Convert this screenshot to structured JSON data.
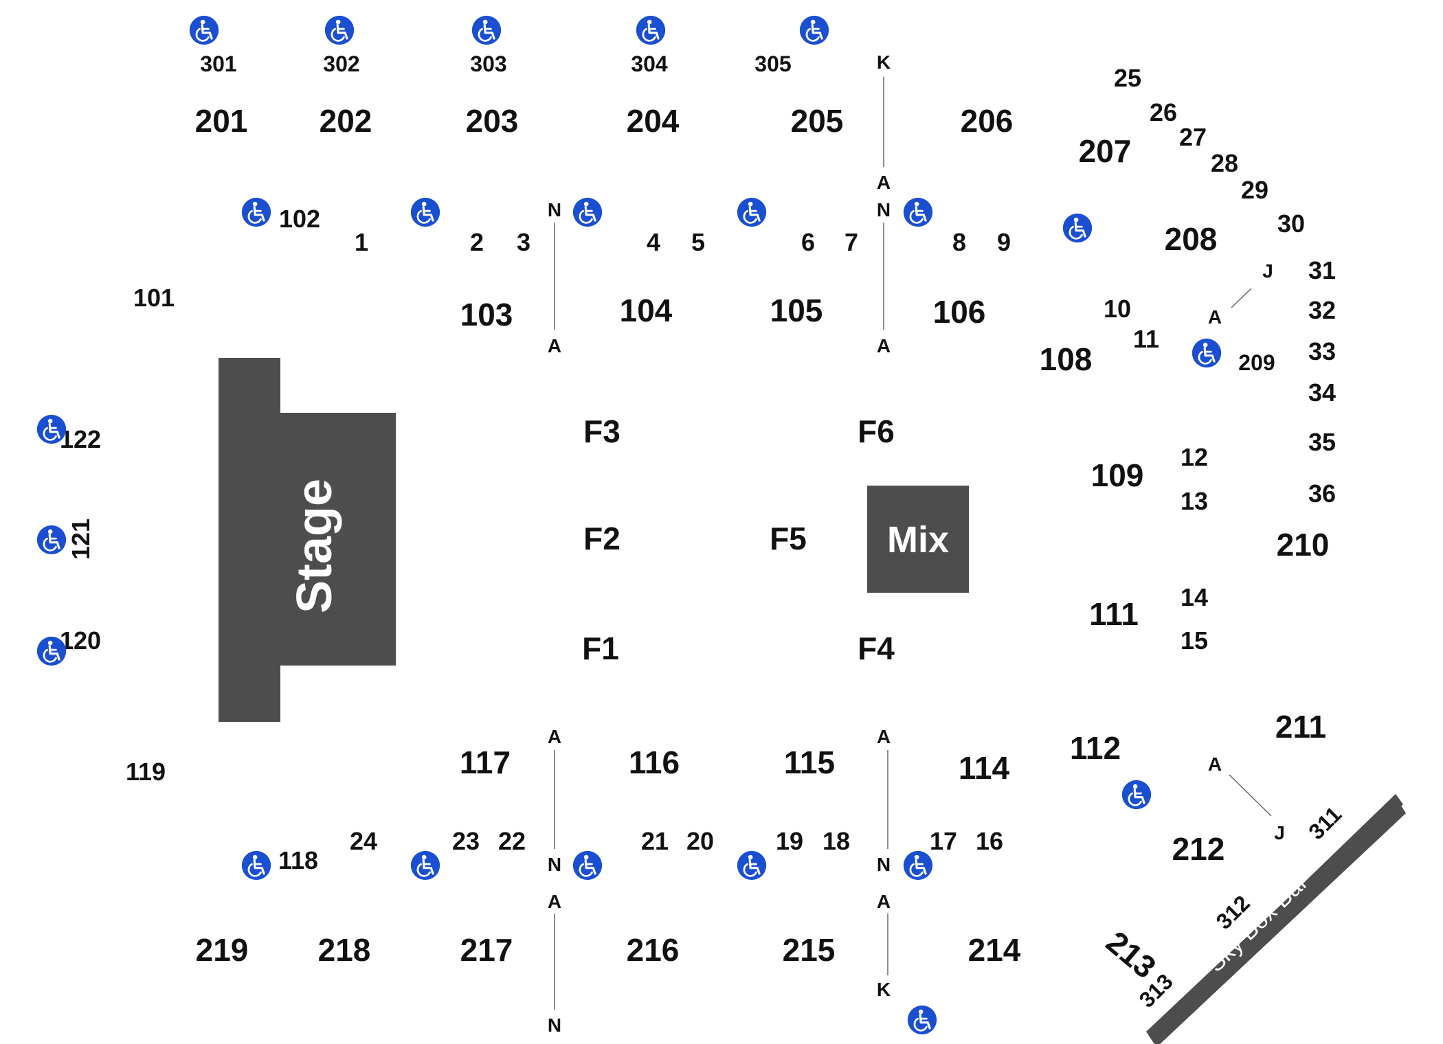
{
  "colors": {
    "feature": "#4d4d4d",
    "accessible": "#1a4fd1",
    "text": "#111111",
    "line": "#666666"
  },
  "features": {
    "stage": "Stage",
    "mix": "Mix",
    "sky_box_bar": "Sky Box Bar"
  },
  "icons": {
    "accessible": "wheelchair-icon"
  },
  "sections": {
    "s301": "301",
    "s302": "302",
    "s303": "303",
    "s304": "304",
    "s305": "305",
    "s201": "201",
    "s202": "202",
    "s203": "203",
    "s204": "204",
    "s205": "205",
    "s206": "206",
    "s207": "207",
    "s208": "208",
    "s209": "209",
    "s210": "210",
    "s211": "211",
    "s212": "212",
    "s213": "213",
    "s214": "214",
    "s215": "215",
    "s216": "216",
    "s217": "217",
    "s218": "218",
    "s219": "219",
    "s101": "101",
    "s102": "102",
    "s103": "103",
    "s104": "104",
    "s105": "105",
    "s106": "106",
    "s108": "108",
    "s109": "109",
    "s111": "111",
    "s112": "112",
    "s114": "114",
    "s115": "115",
    "s116": "116",
    "s117": "117",
    "s118": "118",
    "s119": "119",
    "s120": "120",
    "s121": "121",
    "s122": "122",
    "s311": "311",
    "s312": "312",
    "s313": "313",
    "f1": "F1",
    "f2": "F2",
    "f3": "F3",
    "f4": "F4",
    "f5": "F5",
    "f6": "F6",
    "b1": "1",
    "b2": "2",
    "b3": "3",
    "b4": "4",
    "b5": "5",
    "b6": "6",
    "b7": "7",
    "b8": "8",
    "b9": "9",
    "b10": "10",
    "b11": "11",
    "b12": "12",
    "b13": "13",
    "b14": "14",
    "b15": "15",
    "b16": "16",
    "b17": "17",
    "b18": "18",
    "b19": "19",
    "b20": "20",
    "b21": "21",
    "b22": "22",
    "b23": "23",
    "b24": "24",
    "b25": "25",
    "b26": "26",
    "b27": "27",
    "b28": "28",
    "b29": "29",
    "b30": "30",
    "b31": "31",
    "b32": "32",
    "b33": "33",
    "b34": "34",
    "b35": "35",
    "b36": "36"
  },
  "rows": {
    "a": "A",
    "n": "N",
    "k": "K",
    "j": "J"
  }
}
